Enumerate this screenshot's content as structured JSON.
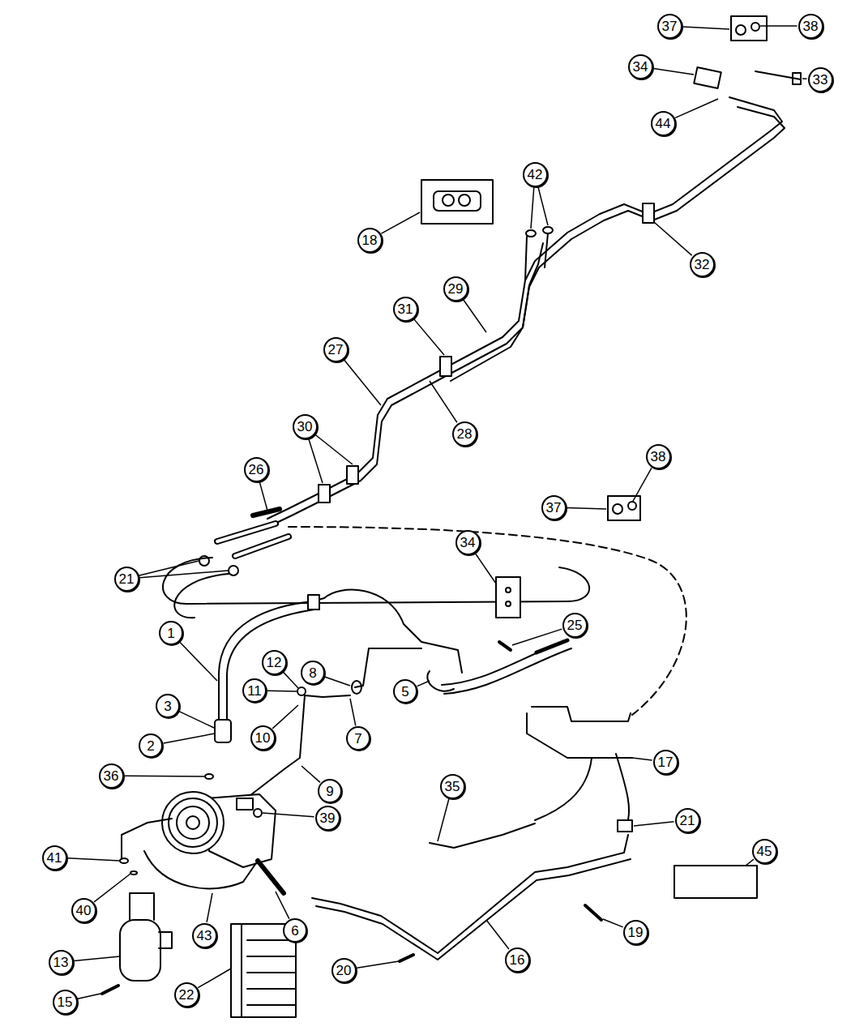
{
  "diagram": {
    "nodes": [
      {
        "text": [
          "37"
        ]
      },
      {
        "text": [
          "38"
        ]
      },
      {
        "text": [
          "34"
        ]
      },
      {
        "text": [
          "33"
        ]
      },
      {
        "text": [
          "44"
        ]
      },
      {
        "text": [
          "42"
        ]
      },
      {
        "text": [
          "18"
        ]
      },
      {
        "text": [
          "32"
        ]
      },
      {
        "text": [
          "29"
        ]
      },
      {
        "text": [
          "31"
        ]
      },
      {
        "text": [
          "27"
        ]
      },
      {
        "text": [
          "28"
        ]
      },
      {
        "text": [
          "30"
        ]
      },
      {
        "text": [
          "38"
        ]
      },
      {
        "text": [
          "37"
        ]
      },
      {
        "text": [
          "26"
        ]
      },
      {
        "text": [
          "21"
        ]
      },
      {
        "text": [
          "34"
        ]
      },
      {
        "text": [
          "25"
        ]
      },
      {
        "text": [
          "1"
        ]
      },
      {
        "text": [
          "8"
        ]
      },
      {
        "text": [
          "12"
        ]
      },
      {
        "text": [
          "11"
        ]
      },
      {
        "text": [
          "5"
        ]
      },
      {
        "text": [
          "3"
        ]
      },
      {
        "text": [
          "10"
        ]
      },
      {
        "text": [
          "7"
        ]
      },
      {
        "text": [
          "2"
        ]
      },
      {
        "text": [
          "17"
        ]
      },
      {
        "text": [
          "36"
        ]
      },
      {
        "text": [
          "9"
        ]
      },
      {
        "text": [
          "39"
        ]
      },
      {
        "text": [
          "35"
        ]
      },
      {
        "text": [
          "21"
        ]
      },
      {
        "text": [
          "45"
        ]
      },
      {
        "text": [
          "41"
        ]
      },
      {
        "text": [
          "40"
        ]
      },
      {
        "text": [
          "43"
        ]
      },
      {
        "text": [
          "6"
        ]
      },
      {
        "text": [
          "19"
        ]
      },
      {
        "text": [
          "13"
        ]
      },
      {
        "text": [
          "16"
        ]
      },
      {
        "text": [
          "22"
        ]
      },
      {
        "text": [
          "20"
        ]
      },
      {
        "text": [
          "15"
        ]
      }
    ]
  }
}
